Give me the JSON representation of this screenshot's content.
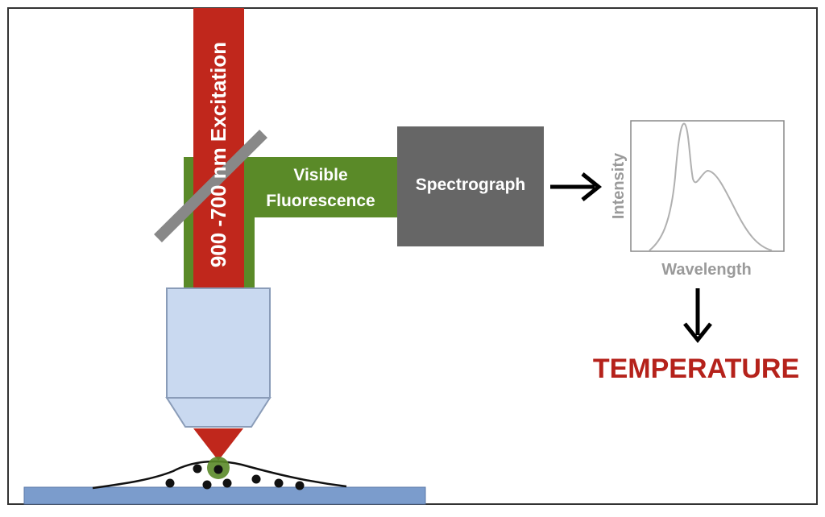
{
  "labels": {
    "excitation": "900 -700 nm Excitation",
    "fluorescence_line1": "Visible",
    "fluorescence_line2": "Fluorescence",
    "spectrograph": "Spectrograph",
    "y_axis": "Intensity",
    "x_axis": "Wavelength",
    "result": "TEMPERATURE"
  },
  "colors": {
    "excitation_beam": "#c0271c",
    "fluorescence_beam": "#5a8a28",
    "spectrograph_box": "#666666",
    "mirror": "#888888",
    "objective_fill": "#c9d9f0",
    "objective_stroke": "#8a9cb8",
    "slide": "#7b9ccc",
    "spectrum_stroke": "#b0b0b0",
    "axis_label": "#9a9a9a",
    "result_text": "#b5221b"
  },
  "icons": {
    "arrow_to_spectrum": "right-arrow-icon",
    "arrow_to_result": "down-arrow-icon"
  }
}
